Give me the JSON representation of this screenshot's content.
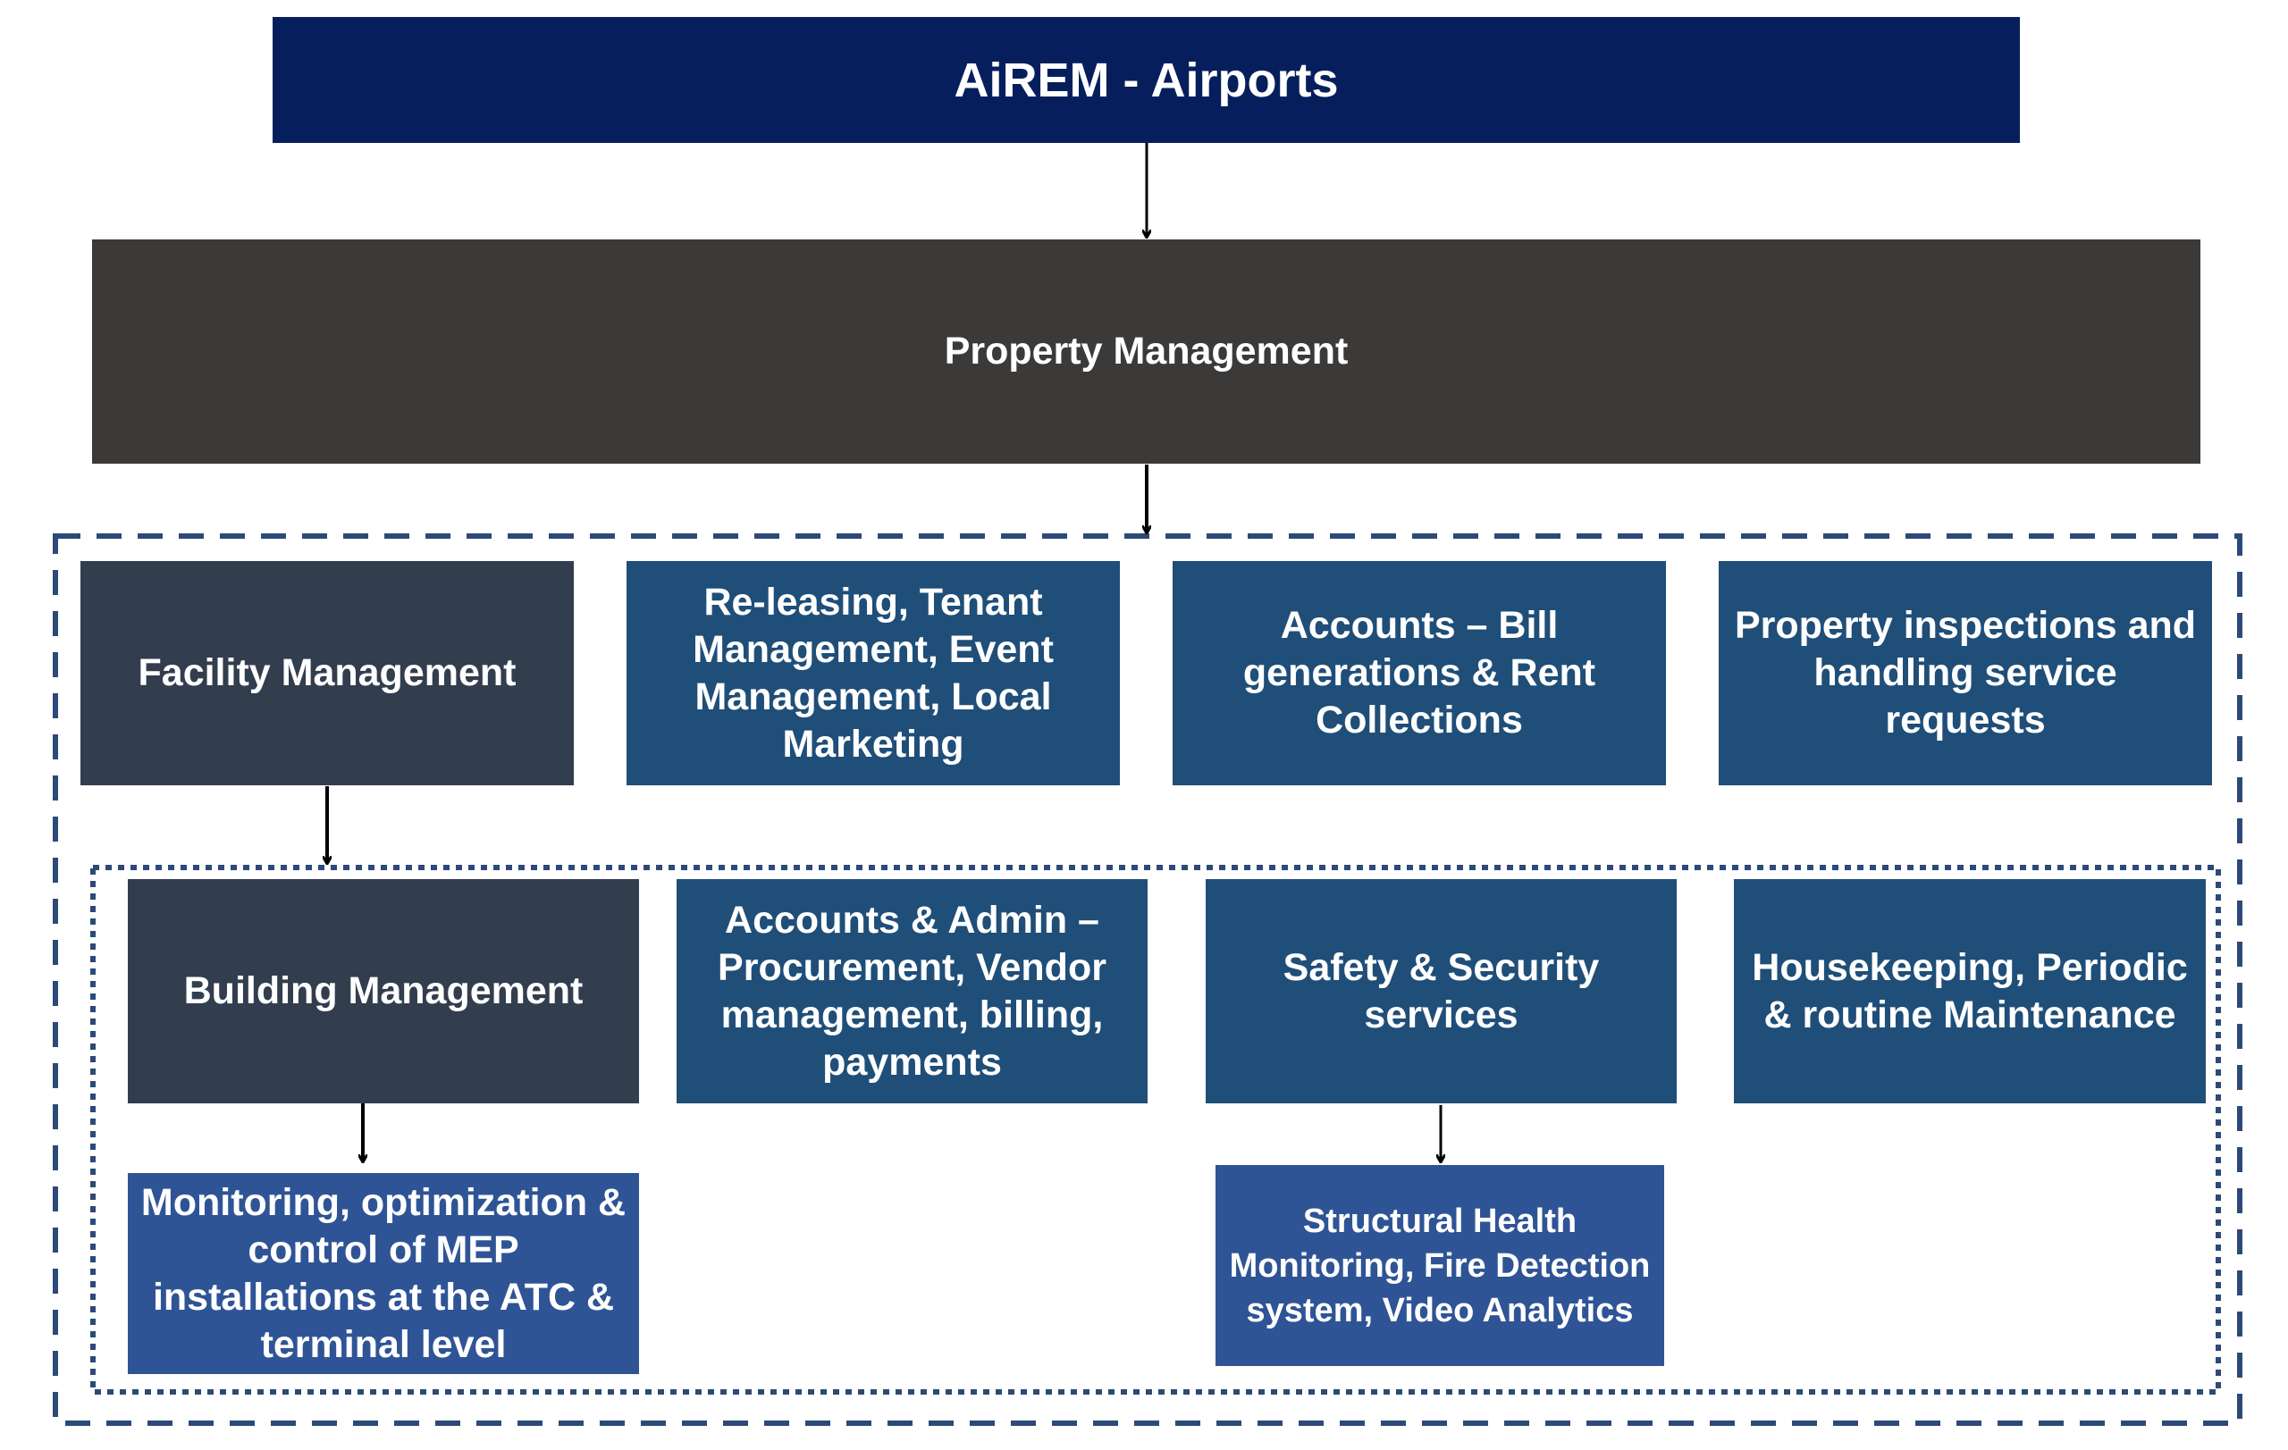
{
  "diagram": {
    "root": {
      "label": "AiREM - Airports"
    },
    "level1": {
      "label": "Property Management"
    },
    "level2": [
      {
        "label": "Facility Management"
      },
      {
        "label": "Re-leasing, Tenant Management, Event Management, Local Marketing"
      },
      {
        "label": "Accounts – Bill generations & Rent Collections"
      },
      {
        "label": "Property inspections and handling service requests"
      }
    ],
    "level3": [
      {
        "label": "Building Management"
      },
      {
        "label": "Accounts & Admin – Procurement, Vendor management, billing, payments"
      },
      {
        "label": "Safety & Security services"
      },
      {
        "label": "Housekeeping, Periodic & routine Maintenance"
      }
    ],
    "level4": [
      {
        "label": "Monitoring, optimization & control of MEP installations at the ATC & terminal level"
      },
      {
        "label": "Structural Health Monitoring, Fire Detection system, Video Analytics"
      }
    ],
    "colors": {
      "root": "#061f5c",
      "property_management": "#3b3a39",
      "management_box": "#323d4e",
      "service_box": "#1f4e79",
      "detail_box": "#2f5496",
      "dashed_border": "#2c4a78"
    }
  }
}
